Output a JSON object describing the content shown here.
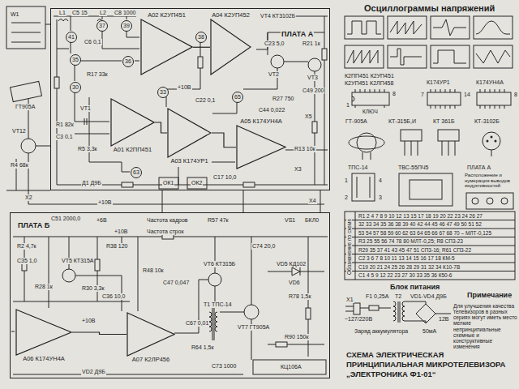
{
  "diagram": {
    "title": "СХЕМА ЭЛЕКТРИЧЕСКАЯ ПРИНЦИПИАЛЬНАЯ МИКРОТЕЛЕВИЗОРА „ЭЛЕКТРОНИКА Ф1-01“",
    "nodes": [
      {
        "text": [
          "ПЛАТА А"
        ]
      },
      {
        "text": [
          "41"
        ],
        "in": 0
      },
      {
        "text": [
          "37"
        ],
        "in": 0
      },
      {
        "text": [
          "39"
        ],
        "in": 0
      },
      {
        "text": [
          "А02 К2УП451"
        ],
        "in": 0
      },
      {
        "text": [
          "А04 К2УП452"
        ],
        "in": 0
      },
      {
        "text": [
          "38"
        ],
        "in": 0
      },
      {
        "text": [
          "35"
        ],
        "in": 0
      },
      {
        "text": [
          "36"
        ],
        "in": 0
      },
      {
        "text": [
          "30"
        ],
        "in": 0
      },
      {
        "text": [
          "А01 К2ПП451"
        ],
        "in": 0
      },
      {
        "text": [
          "33"
        ],
        "in": 0
      },
      {
        "text": [
          "А03 К174УР1"
        ],
        "in": 0
      },
      {
        "text": [
          "65"
        ],
        "in": 0
      },
      {
        "text": [
          "63"
        ],
        "in": 0
      },
      {
        "text": [
          "А05 К174УН4А"
        ],
        "in": 0
      },
      {
        "text": [
          "ПЛАТА Б"
        ]
      },
      {
        "text": [
          "А06 К174УН4А"
        ],
        "in": 16
      },
      {
        "text": [
          "А07 К2ЛР456"
        ],
        "in": 16
      }
    ],
    "edges": [
      {
        "from": 4,
        "to": 5,
        "arrow": "none"
      },
      {
        "from": 10,
        "to": 12,
        "arrow": "none"
      },
      {
        "from": 12,
        "to": 15,
        "arrow": "none"
      },
      {
        "from": 17,
        "to": 18,
        "arrow": "none"
      }
    ],
    "labels": [
      "W1",
      "ГТ905А",
      "VT12",
      "R4 68к",
      "X2",
      "L1",
      "C5 15",
      "L2",
      "C8 1000",
      "C6 0,1",
      "R17 33к",
      "+10В",
      "VT4 КТ3102Б",
      "R21 1к",
      "C23 5,0",
      "VT2",
      "VT3",
      "C49 200",
      "R27 750",
      "C44 0,022",
      "X5",
      "VT1",
      "R1 82к",
      "C3 0,1",
      "R5 3,3к",
      "C17 10,0",
      "Д1 Д9Б",
      "ОК1",
      "ОК2",
      "X3",
      "R13 10к",
      "C22 0,1",
      "+10В",
      "X4",
      "C51 2000,0",
      "+6В",
      "+10В",
      "Частота кадров",
      "Частота строк",
      "R57 47к",
      "VS1",
      "БКЛ0",
      "R2 4,7к",
      "C35 1,0",
      "VT5 КТ315А",
      "R28 1к",
      "R38 120",
      "R30 3,3к",
      "C36 10,0",
      "R48 10к",
      "C47 0,047",
      "VT6 КТ315Б",
      "Т1 ТПС-14",
      "C67 0,01",
      "VT7 ГТ905А",
      "R64 1,5к",
      "VD5 КД102",
      "VD6",
      "R78 1,5к",
      "C74 20,0",
      "R90 150к",
      "C73 1000",
      "КЦ106А",
      "+10В",
      "VD2 Д9Б",
      "Осциллограммы напряжений",
      "К2ПП451 К2УП451",
      "К2УП451 К2ЛП458",
      "К174УР1",
      "К174УН4А",
      "1",
      "8",
      "КЛЮЧ",
      "7",
      "14",
      "8",
      "ГТ-905А",
      "КТ-315Б,И",
      "КТ 361Б",
      "КТ-3102Б",
      "ТПС-14",
      "ТВС-55ПЧ5",
      "ПЛАТА А",
      "Расположение и нумерация выводов индуктивностей",
      "1",
      "4",
      "2",
      "3",
      "R1 2 4 7 8 9 10 12 13 15 17 18 19 20 22 23 24 26 27",
      "32 33 34 35 36 38 39 40 42 44 45 46 47 49 50 51 52",
      "53 54 57 58 59 60 62 63 64 65 66 67 68 70 – МЛТ-0,125",
      "R3 25 55 56 74 78 80 МЛТ-0,25; R8 СП3-23",
      "R29 35 37 41 43 45 47 51 СП3-16; R61 СП3-22",
      "C2 3 6 7 8 10 11 13 14 15 16 17 18 КМ-5",
      "C19 20 21 24 25 26 28 29 31 32 34 К10-7В",
      "C1 4 5 9 12 22 23 27 30 33 35 36 К50-6",
      "Обозначение по схеме",
      "Блок питания",
      "X1",
      "~127/220В",
      "F1 0,25А",
      "Т2",
      "VD1-VD4 Д9Б",
      "12В",
      "Заряд аккумулятора",
      "50мА",
      "Примечание",
      "Для улучшения качества телевизоров в разных сериях могут иметь место мелкие непринципиальные схемные и конструктивные изменения"
    ]
  }
}
